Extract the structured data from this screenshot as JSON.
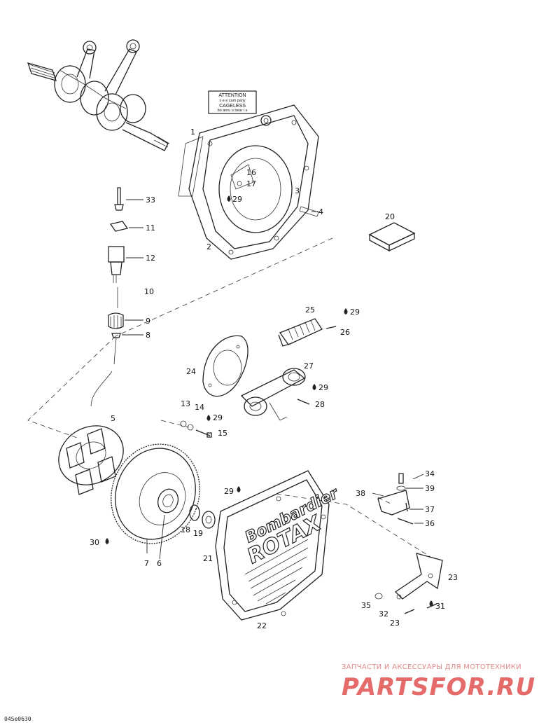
{
  "labels": [
    {
      "id": "1",
      "text": "1"
    },
    {
      "id": "2",
      "text": "2"
    },
    {
      "id": "3",
      "text": "3"
    },
    {
      "id": "4",
      "text": "4"
    },
    {
      "id": "5",
      "text": "5"
    },
    {
      "id": "6",
      "text": "6"
    },
    {
      "id": "7",
      "text": "7"
    },
    {
      "id": "8",
      "text": "8"
    },
    {
      "id": "9",
      "text": "9"
    },
    {
      "id": "10",
      "text": "10"
    },
    {
      "id": "11",
      "text": "11"
    },
    {
      "id": "12",
      "text": "12"
    },
    {
      "id": "13",
      "text": "13"
    },
    {
      "id": "14",
      "text": "14"
    },
    {
      "id": "15",
      "text": "15"
    },
    {
      "id": "16",
      "text": "16"
    },
    {
      "id": "17",
      "text": "17"
    },
    {
      "id": "18",
      "text": "18"
    },
    {
      "id": "19",
      "text": "19"
    },
    {
      "id": "20",
      "text": "20"
    },
    {
      "id": "21",
      "text": "21"
    },
    {
      "id": "22",
      "text": "22"
    },
    {
      "id": "23a",
      "text": "23"
    },
    {
      "id": "23b",
      "text": "23"
    },
    {
      "id": "24",
      "text": "24"
    },
    {
      "id": "25",
      "text": "25"
    },
    {
      "id": "26",
      "text": "26"
    },
    {
      "id": "27",
      "text": "27"
    },
    {
      "id": "28",
      "text": "28"
    },
    {
      "id": "29a",
      "text": "29"
    },
    {
      "id": "29b",
      "text": "29"
    },
    {
      "id": "29c",
      "text": "29"
    },
    {
      "id": "29d",
      "text": "29"
    },
    {
      "id": "29e",
      "text": "29"
    },
    {
      "id": "30",
      "text": "30"
    },
    {
      "id": "31",
      "text": "31"
    },
    {
      "id": "32",
      "text": "32"
    },
    {
      "id": "33",
      "text": "33"
    },
    {
      "id": "34",
      "text": "34"
    },
    {
      "id": "35",
      "text": "35"
    },
    {
      "id": "36",
      "text": "36"
    },
    {
      "id": "37",
      "text": "37"
    },
    {
      "id": "38",
      "text": "38"
    },
    {
      "id": "39",
      "text": "39"
    }
  ],
  "decal": {
    "line1": "ATTENTION",
    "line2": "s e e cam pany",
    "line3": "CAGELESS",
    "line4": "bo arnu o bear i s"
  },
  "cover_brand": {
    "line1": "Bombardier",
    "line2": "ROTAX"
  },
  "drawing_code": "04Se0630",
  "watermark": {
    "tagline": "ЗАПЧАСТИ И АКСЕССУАРЫ ДЛЯ МОТОТЕХНИКИ",
    "logo": "PARTSFOR.RU"
  },
  "colors": {
    "ink": "#222222",
    "watermark": "#e56b6b"
  }
}
